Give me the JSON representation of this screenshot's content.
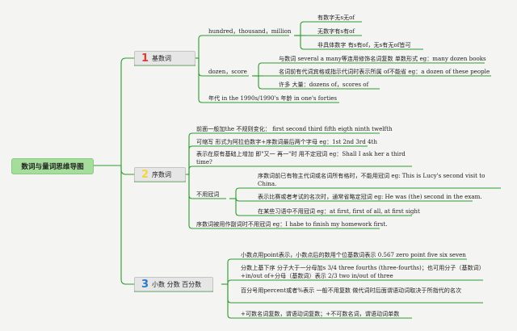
{
  "root": {
    "title": "数词与量词思维导图"
  },
  "branches": [
    {
      "number": "1",
      "number_color": "#e03a2f",
      "label": "基数词",
      "topics": [
        {
          "text": "hundred，thousand，million",
          "items": [
            "有数字无s无of",
            "无数字有s有of",
            "非具体数字 有s有of，无s有无of皆可"
          ]
        },
        {
          "text": "dozen，score",
          "items": [
            "与数词 several a many等连用修饰名词复数 单数形式 eg：many dozen books",
            "名词前有代词宾格或指示代词时表示所属 of不能省 eg：a dozen of these people",
            "许多 大量：dozens of，scores of"
          ]
        },
        {
          "text": "年代 in the 1990s/1990's 年龄 in one's forties",
          "items": []
        }
      ]
    },
    {
      "number": "2",
      "number_color": "#f2d63c",
      "label": "序数词",
      "topics": [
        {
          "text": "前面一般加the 不规则变化： first second third fifth eigth ninth twelfth",
          "items": []
        },
        {
          "text": "可缩写 形式为阿拉伯数字+序数词最后两个字母 eg：1st 2nd 3rd 4th",
          "items": []
        },
        {
          "text": "表示在原有基础上增加 即\"又一 再一\"时 用不定冠词 eg：Shall I ask her a third time?",
          "items": []
        },
        {
          "text": "不用冠词",
          "items": [
            "序数词前已有物主代词或名词所有格时，不能用冠词 eg: This is Lucy's second visit to China.",
            "表示比赛或者考试的名次时，通常省略定冠词 eg: He was (the) second in the exam.",
            "在某些习语中不用冠词 eg：at first, first of all, at first sight"
          ]
        },
        {
          "text": "序数词被用作副词时不用冠词 eg：I habe to finish my homework first.",
          "items": []
        }
      ]
    },
    {
      "number": "3",
      "number_color": "#2a78c8",
      "label": "小数 分数 百分数",
      "topics": [
        {
          "text": "小数点用point表示，小数点后的数用个位基数词表示 0.567 zero point five six seven",
          "items": []
        },
        {
          "text": "分数上基下序 分子大于一分母加s 3/4 three fourths (three-fourths)；也可用分子（基数词）+in/out of+分母（基数词）表示 2/3 two in/out of three",
          "items": []
        },
        {
          "text": "百分号用percent或者%表示 一般不用复数 做代词时后面谓语动词取决于所指代的名次",
          "items": []
        },
        {
          "text": "+可数名词复数，谓语动词复数；+不可数名词，谓语动词单数",
          "items": []
        }
      ]
    }
  ],
  "colors": {
    "line": "#2e9a2e",
    "root_fill": "#a5dd9b",
    "node_fill": "#e6e6e6"
  }
}
